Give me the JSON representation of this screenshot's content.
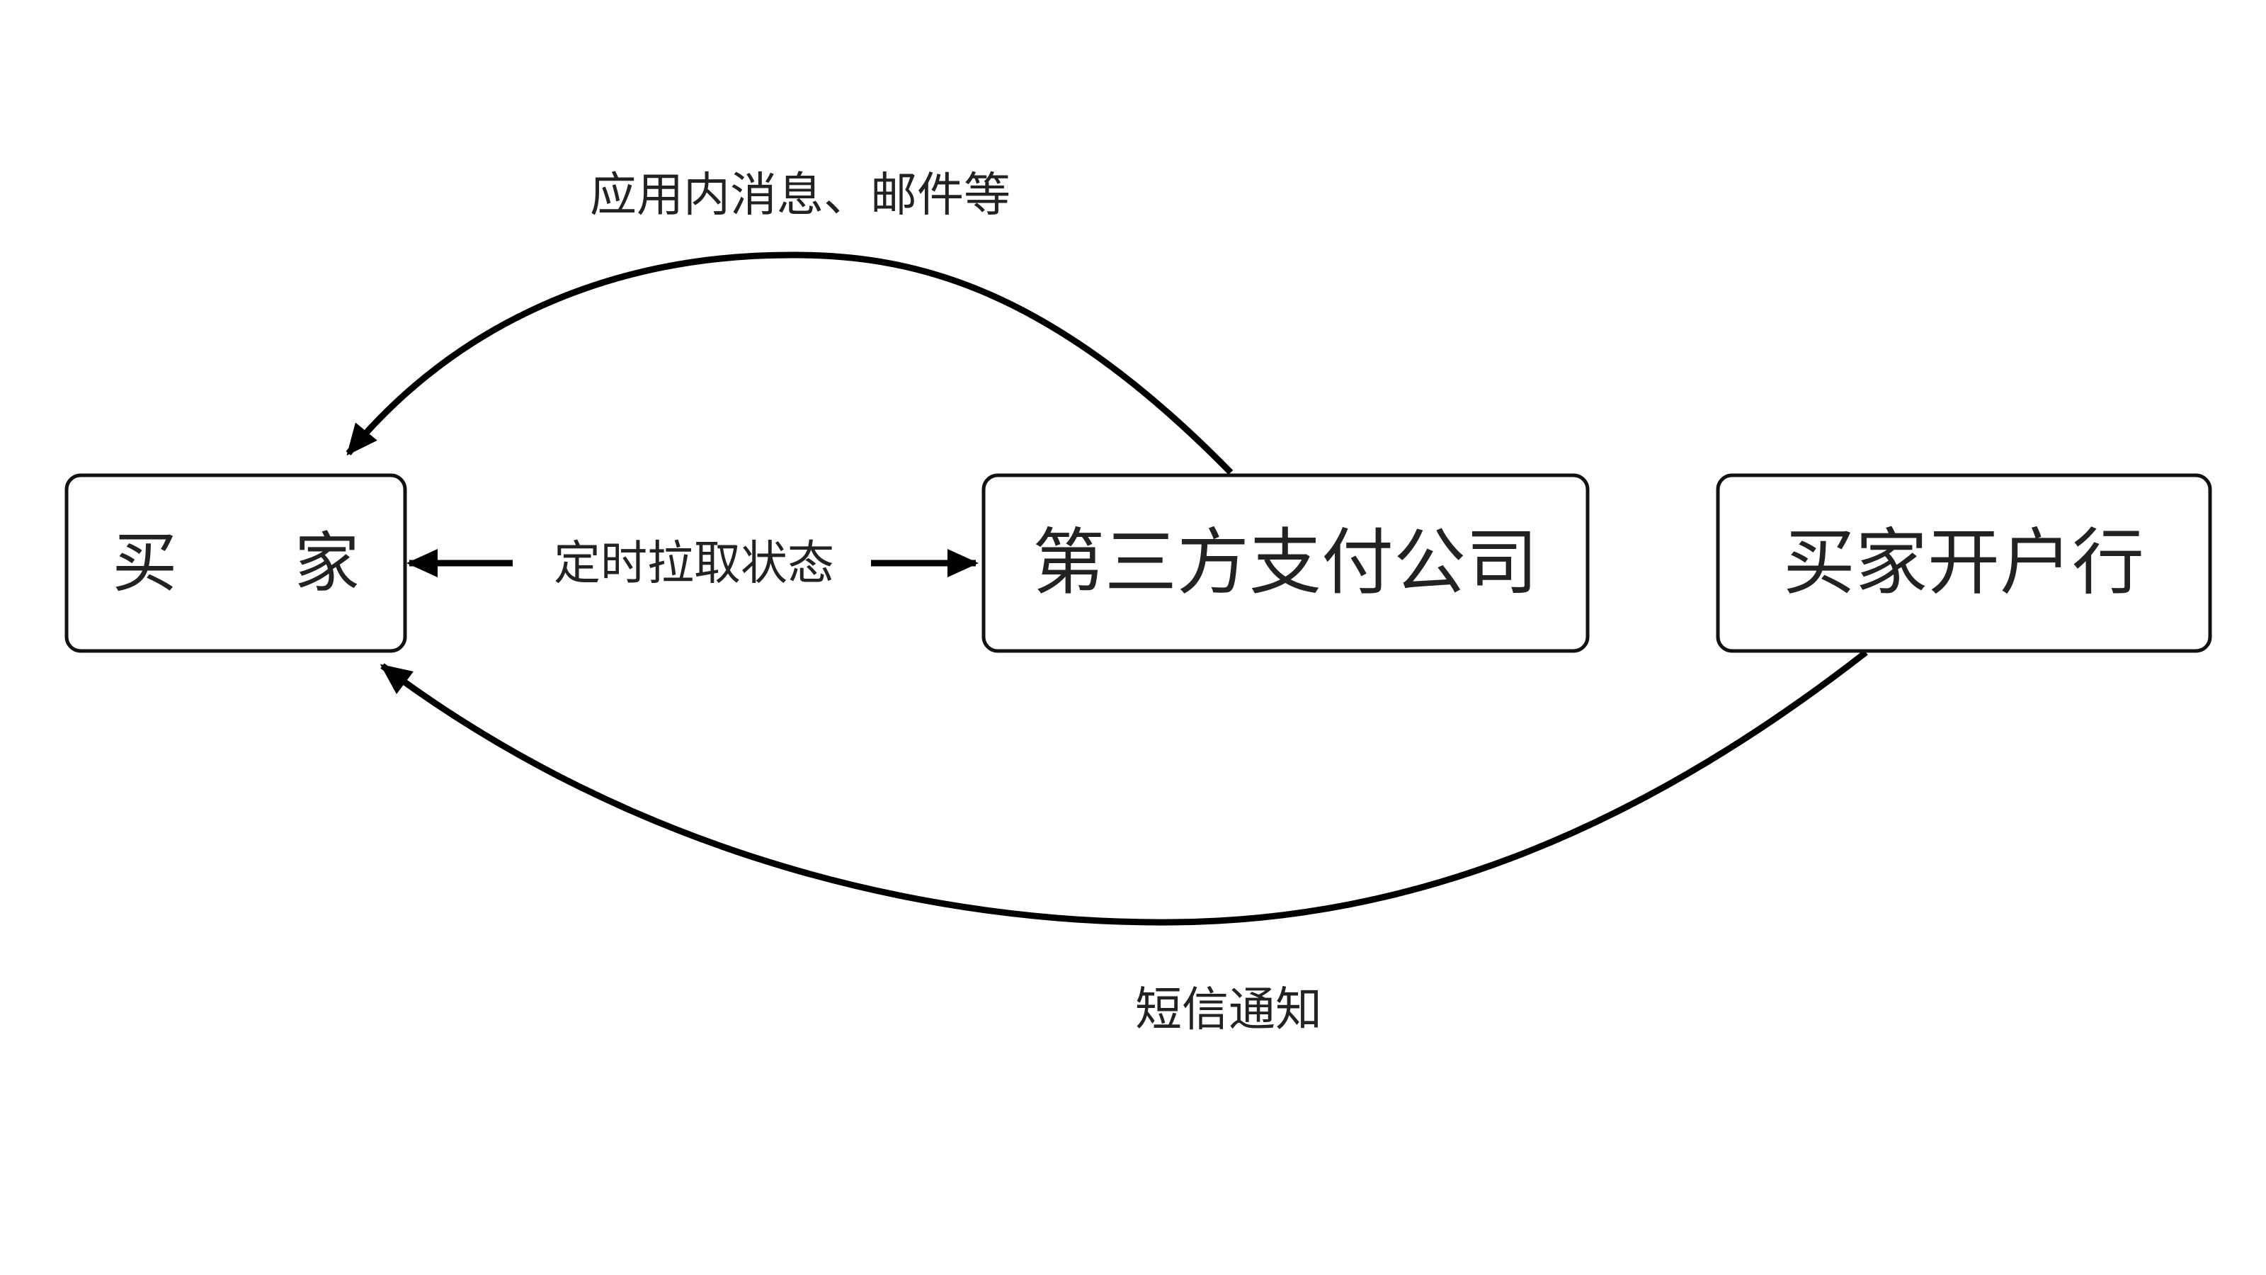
{
  "nodes": {
    "buyer": {
      "label": "买 家"
    },
    "third_party": {
      "label": "第三方支付公司"
    },
    "buyer_bank": {
      "label": "买家开户行"
    }
  },
  "edges": {
    "app_message": {
      "label": "应用内消息、邮件等"
    },
    "poll_status": {
      "label": "定时拉取状态"
    },
    "sms_notify": {
      "label": "短信通知"
    }
  }
}
